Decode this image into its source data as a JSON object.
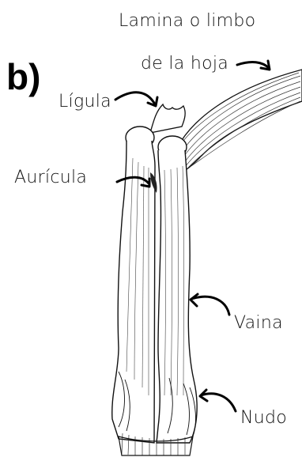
{
  "figure": {
    "panel_letter": "b)",
    "labels": {
      "lamina_line1": "Lamina o limbo",
      "lamina_line2": "de la hoja",
      "ligula": "Lígula",
      "auricula": "Aurícula",
      "vaina": "Vaina",
      "nudo": "Nudo"
    },
    "colors": {
      "ink": "#111111",
      "stem_fill": "#ffffff",
      "leaf_fill": "#ffffff"
    }
  }
}
